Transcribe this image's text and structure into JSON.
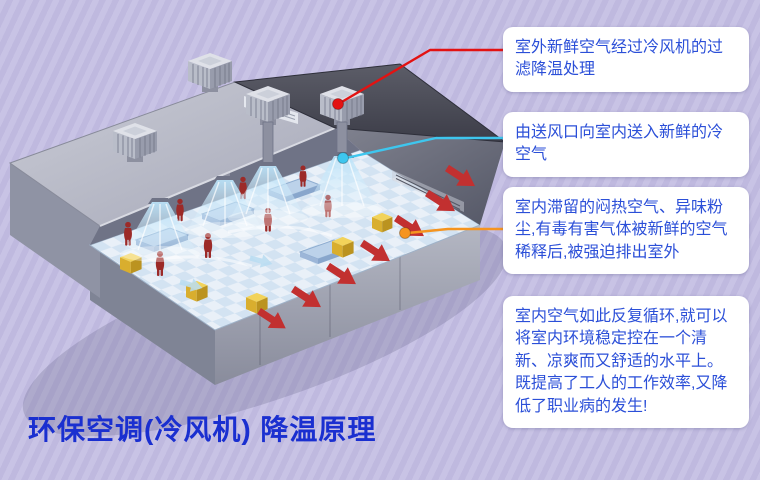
{
  "page": {
    "background": {
      "base_color": "#c8c3e5",
      "stripe_color": "#bfb9df"
    },
    "title": {
      "text": "环保空调(冷风机) 降温原理",
      "color": "#1a2fd0"
    }
  },
  "callouts": [
    {
      "id": 1,
      "text": "室外新鲜空气经过冷风机的过滤降温处理",
      "connector_color": "#e31212",
      "dot_color": "#e31212"
    },
    {
      "id": 2,
      "text": "由送风口向室内送入新鲜的冷空气",
      "connector_color": "#3ec6ee",
      "dot_color": "#3ec6ee"
    },
    {
      "id": 3,
      "text": "室内滞留的闷热空气、异味粉尘,有毒有害气体被新鲜的空气稀释后,被强迫排出室外",
      "connector_color": "#f5941f",
      "dot_color": "#f5941f"
    },
    {
      "id": 4,
      "text": "室内空气如此反复循环,就可以将室内环境稳定控在一个清新、凉爽而又舒适的水平上。既提高了工人的工作效率,又降低了职业病的发生!"
    }
  ],
  "illustration": {
    "description": "isometric cutaway factory workshop with rooftop evaporative coolers, supply-air ducts, workers, and exhaust airflow",
    "exhaust_arrow_color": "#c23030",
    "supply_air_color": "#b9ddf2"
  },
  "text_color": "#2b4fd8"
}
